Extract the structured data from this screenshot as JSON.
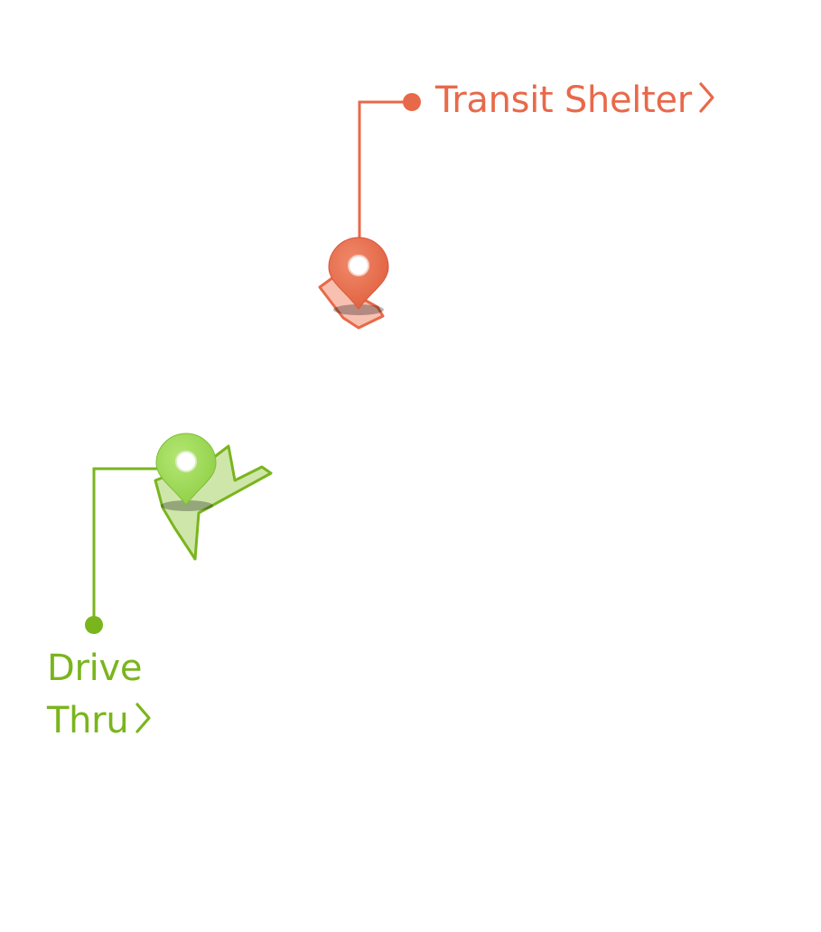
{
  "places": [
    {
      "id": "transit-shelter",
      "label": "Transit Shelter",
      "color": "#e8694a",
      "color_light": "#f3b3a2",
      "icon": "map-pin-icon"
    },
    {
      "id": "drive-thru",
      "label_line1": "Drive",
      "label_line2": "Thru",
      "color": "#7ab51d",
      "color_light": "#c3df95",
      "pin_color": "#9ed854",
      "icon": "map-pin-icon"
    }
  ]
}
